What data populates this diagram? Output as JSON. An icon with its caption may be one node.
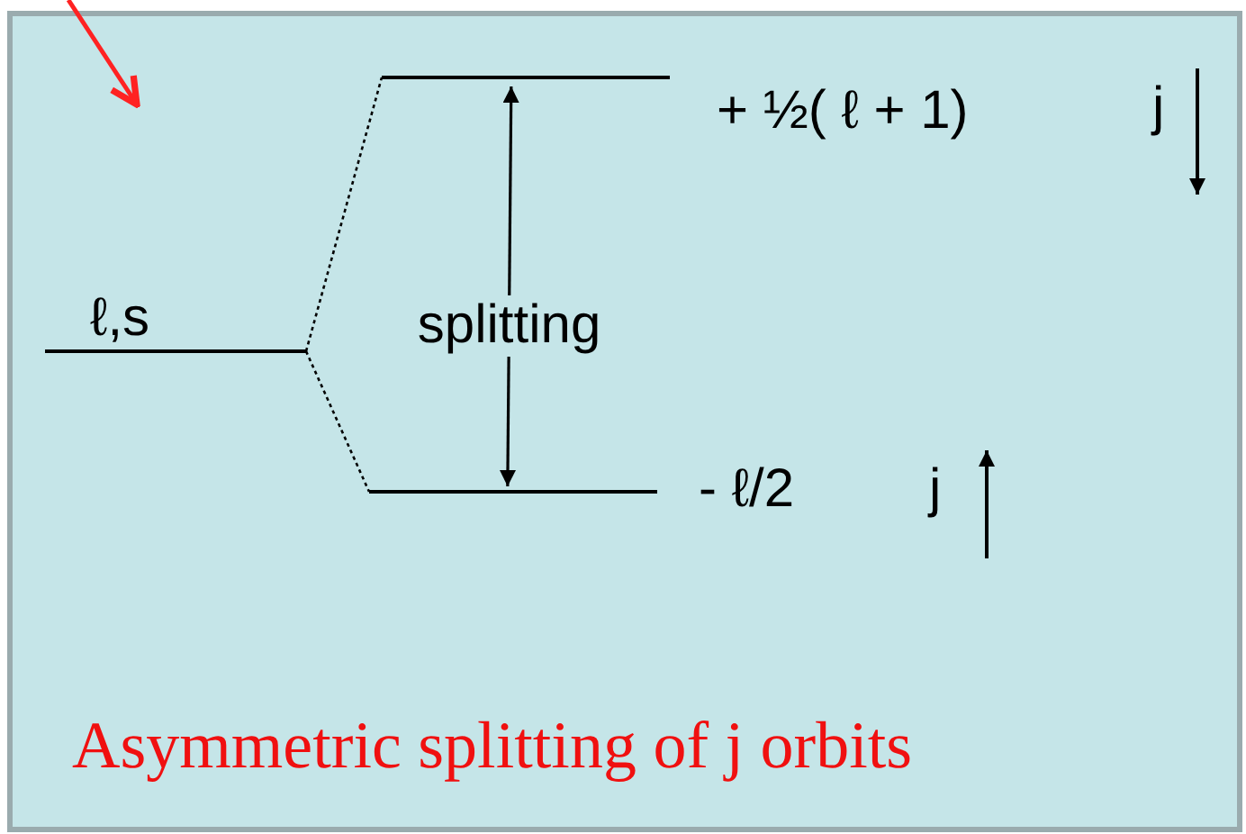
{
  "diagram": {
    "caption": "Asymmetric splitting of j orbits",
    "nodes": [
      {
        "text": [
          "ℓ,s"
        ]
      },
      {
        "text": [],
        "shape": "bar",
        "beside": [
          "+ ½( ℓ + 1)"
        ]
      },
      {
        "text": [],
        "shape": "bar",
        "beside": [
          "- ℓ/2"
        ]
      }
    ],
    "edges": [
      {
        "from": 0,
        "to": 1,
        "arrow": "none",
        "style": "dashed"
      },
      {
        "from": 0,
        "to": 2,
        "arrow": "none",
        "style": "dashed"
      },
      {
        "from": 1,
        "to": 2,
        "arrow": "both",
        "label": "splitting"
      }
    ],
    "labels": [
      "j",
      "j"
    ]
  }
}
